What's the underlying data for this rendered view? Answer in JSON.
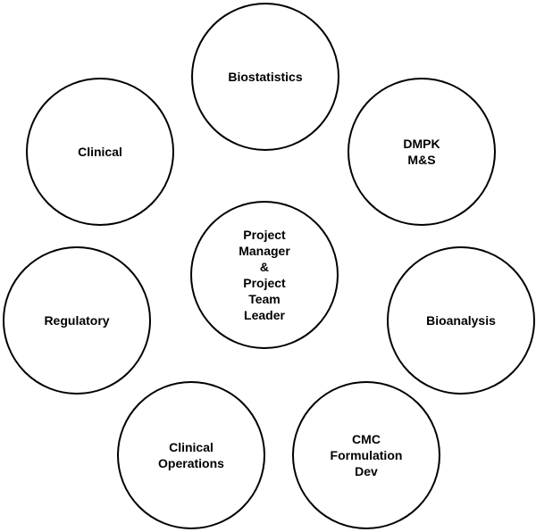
{
  "diagram": {
    "center": "Project\nManager\n&\nProject\nTeam\nLeader",
    "biostatistics": "Biostatistics",
    "dmpk": "DMPK\nM&S",
    "bioanalysis": "Bioanalysis",
    "cmc": "CMC\nFormulation\nDev",
    "clinical_operations": "Clinical\nOperations",
    "regulatory": "Regulatory",
    "clinical": "Clinical"
  }
}
